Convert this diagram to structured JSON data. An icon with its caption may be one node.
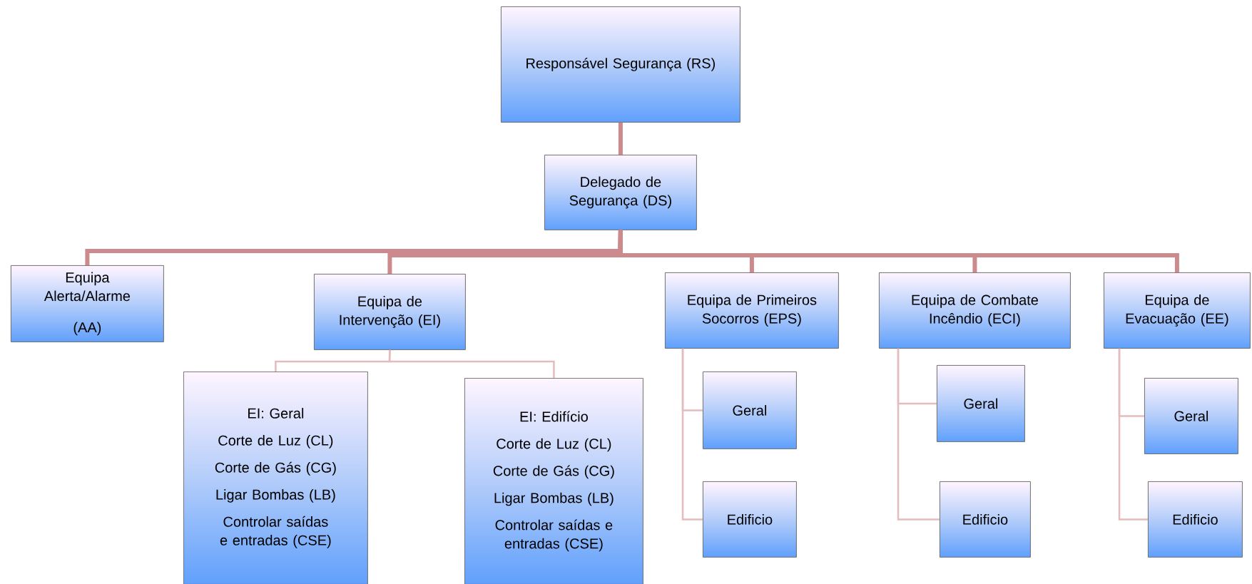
{
  "diagram": {
    "nodes": [
      {
        "text": [
          "Responsável Segurança (RS)"
        ]
      },
      {
        "text": [
          "Delegado de Segurança (DS)"
        ]
      },
      {
        "text": [
          "Equipa Alerta/Alarme",
          "(AA)"
        ]
      },
      {
        "text": [
          "Equipa de Intervenção (EI)"
        ]
      },
      {
        "text": [
          "Equipa de Primeiros Socorros (EPS)"
        ]
      },
      {
        "text": [
          "Equipa de Combate Incêndio (ECI)"
        ]
      },
      {
        "text": [
          "Equipa de Evacuação (EE)"
        ]
      },
      {
        "text": [
          "EI: Geral",
          "Corte de Luz (CL)",
          "Corte de Gás (CG)",
          "Ligar Bombas (LB)",
          "Controlar saídas e entradas (CSE)"
        ]
      },
      {
        "text": [
          "EI: Edifício",
          "Corte de Luz (CL)",
          "Corte de Gás (CG)",
          "Ligar Bombas (LB)",
          "Controlar saídas e entradas (CSE)"
        ]
      },
      {
        "text": [
          "Geral"
        ]
      },
      {
        "text": [
          "Edificio"
        ]
      },
      {
        "text": [
          "Geral"
        ]
      },
      {
        "text": [
          "Edificio"
        ]
      },
      {
        "text": [
          "Geral"
        ]
      },
      {
        "text": [
          "Edificio"
        ]
      }
    ],
    "edges": [
      {
        "from": 0,
        "to": 1,
        "arrow": "none",
        "style": "thick",
        "color": "#cd8a8c"
      },
      {
        "from": 1,
        "to": 2,
        "arrow": "none",
        "style": "thick",
        "color": "#cd8a8c"
      },
      {
        "from": 1,
        "to": 3,
        "arrow": "none",
        "style": "thick",
        "color": "#cd8a8c"
      },
      {
        "from": 1,
        "to": 4,
        "arrow": "none",
        "style": "thick",
        "color": "#cd8a8c"
      },
      {
        "from": 1,
        "to": 5,
        "arrow": "none",
        "style": "thick",
        "color": "#cd8a8c"
      },
      {
        "from": 1,
        "to": 6,
        "arrow": "none",
        "style": "thick",
        "color": "#cd8a8c"
      },
      {
        "from": 3,
        "to": 7,
        "arrow": "none"
      },
      {
        "from": 3,
        "to": 8,
        "arrow": "none"
      },
      {
        "from": 4,
        "to": 9,
        "arrow": "none"
      },
      {
        "from": 4,
        "to": 10,
        "arrow": "none"
      },
      {
        "from": 5,
        "to": 11,
        "arrow": "none"
      },
      {
        "from": 5,
        "to": 12,
        "arrow": "none"
      },
      {
        "from": 6,
        "to": 13,
        "arrow": "none"
      },
      {
        "from": 6,
        "to": 14,
        "arrow": "none"
      }
    ]
  }
}
